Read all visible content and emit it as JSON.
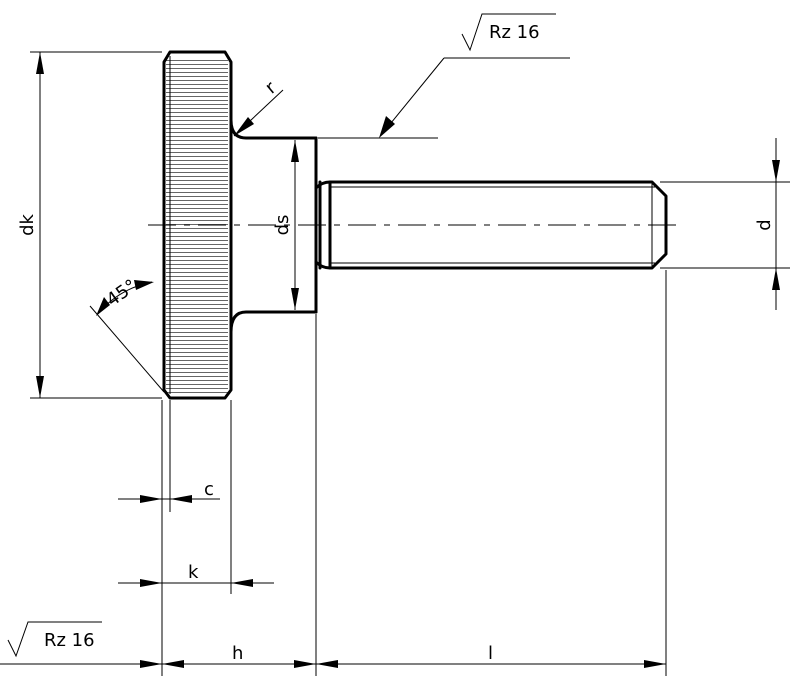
{
  "surface_finish": {
    "top": "Rz 16",
    "bottom": "Rz 16"
  },
  "dimensions": {
    "dk": "dk",
    "ds": "ds",
    "d": "d",
    "r": "r",
    "angle": "45°",
    "c": "c",
    "k": "k",
    "h": "h",
    "l": "l"
  }
}
